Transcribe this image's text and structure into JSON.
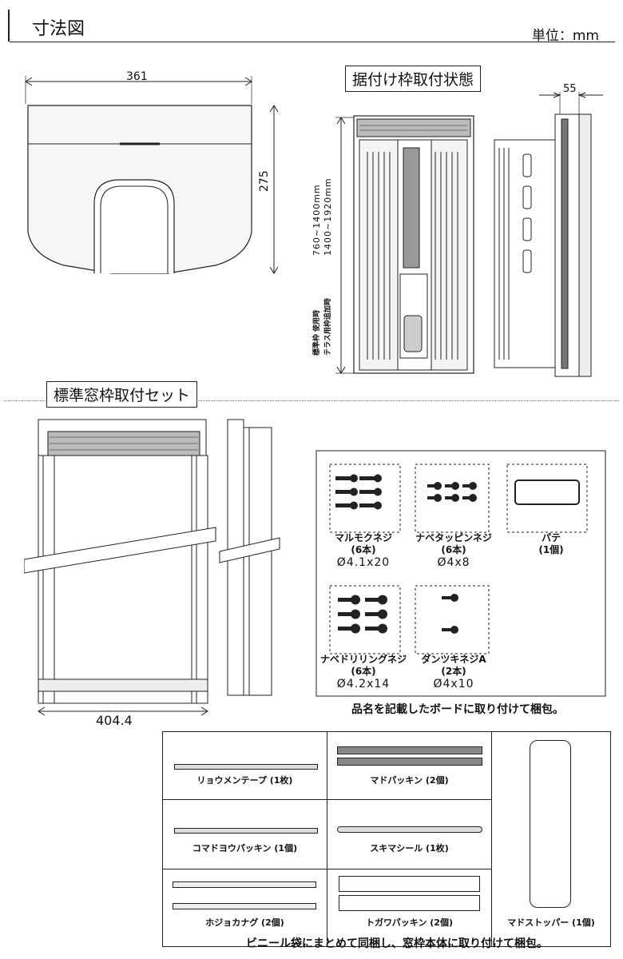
{
  "header": {
    "title": "寸法図",
    "unit": "単位：mm"
  },
  "top_view": {
    "width_dim": "361",
    "depth_dim": "275"
  },
  "installed": {
    "label": "据付け枠取付状態",
    "side_dim": "55",
    "height_std": "760~1400mm",
    "height_terrace": "1400~1920mm",
    "std_label": "標準枠 使用時",
    "terrace_label": "テラス用枠追加時"
  },
  "frame_set": {
    "label": "標準窓枠取付セット",
    "width_dim": "404.4"
  },
  "board": {
    "items": [
      {
        "name": "マルモクネジ",
        "qty": "(6本)",
        "spec": "Ø4.1x20"
      },
      {
        "name": "ナベタッピンネジ",
        "qty": "(6本)",
        "spec": "Ø4x8"
      },
      {
        "name": "パテ",
        "qty": "(1個)",
        "spec": ""
      },
      {
        "name": "ナベドリリングネジ",
        "qty": "(6本)",
        "spec": "Ø4.2x14"
      },
      {
        "name": "ダンツキネジA",
        "qty": "(2本)",
        "spec": "Ø4x10"
      }
    ],
    "note": "品名を記載したボードに取り付けて梱包。"
  },
  "bag": {
    "items": [
      {
        "label": "リョウメンテープ (1枚)"
      },
      {
        "label": "マドパッキン (2個)"
      },
      {
        "label": "コマドヨウパッキン (1個)"
      },
      {
        "label": "スキマシール (1枚)"
      },
      {
        "label": "ホジョカナグ (2個)"
      },
      {
        "label": "トガワパッキン (2個)"
      },
      {
        "label": "マドストッパー (1個)"
      }
    ],
    "note": "ビニール袋にまとめて同梱し、窓枠本体に取り付けて梱包。"
  }
}
